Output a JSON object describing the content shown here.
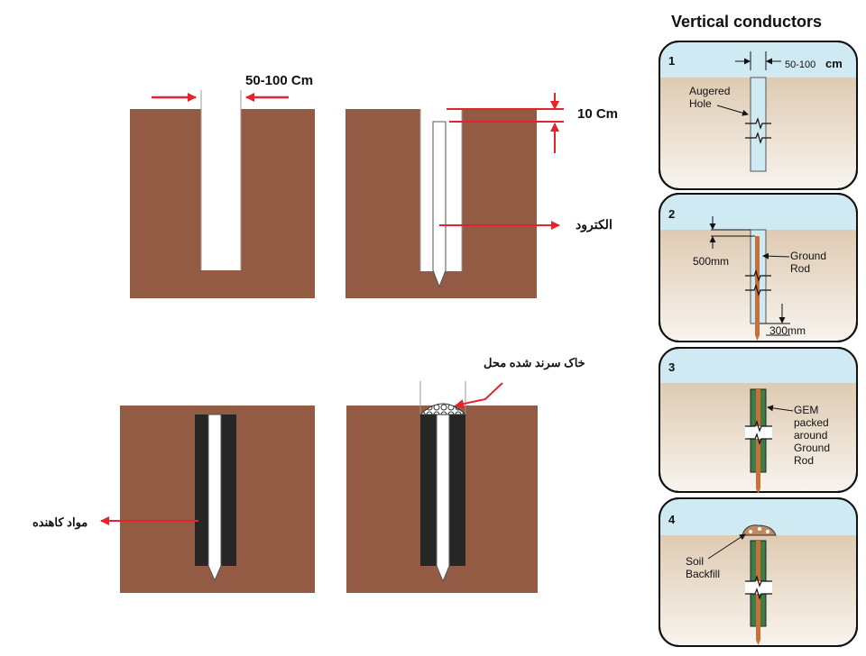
{
  "left_diagram": {
    "hole_width_label": "50-100 Cm",
    "depth_label": "10 Cm",
    "electrode_label": "الکترود",
    "backfill_material_label": "مواد کاهنده",
    "compacted_soil_label": "خاک سرند شده محل"
  },
  "right_panel": {
    "title": "Vertical conductors",
    "steps": [
      {
        "number": "1",
        "labels": [
          "Augered",
          "Hole"
        ],
        "width_label_num": "50-100",
        "width_label_unit": "cm"
      },
      {
        "number": "2",
        "labels": [
          "Ground",
          "Rod"
        ],
        "top_gap_label": "500mm",
        "bottom_gap_label": "300mm"
      },
      {
        "number": "3",
        "labels": [
          "GEM",
          "packed",
          "around",
          "Ground",
          "Rod"
        ]
      },
      {
        "number": "4",
        "labels": [
          "Soil",
          "Backfill"
        ]
      }
    ]
  },
  "colors": {
    "soil_brown": "#935a44",
    "arrow_red": "#e8212b",
    "sky_blue": "#cfeaf2",
    "soil_tan": "#d9c2a4",
    "rod_copper": "#c8703a",
    "gem_green": "#3e7c45"
  }
}
